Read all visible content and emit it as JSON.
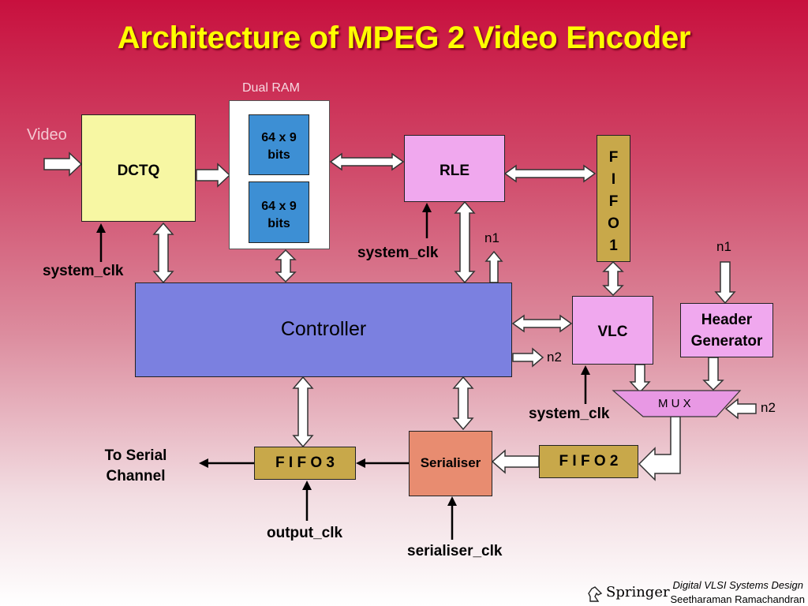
{
  "title": "Architecture of MPEG 2 Video Encoder",
  "labels": {
    "video": "Video",
    "dual_ram": "Dual RAM",
    "system_clk_dctq": "system_clk",
    "system_clk_rle": "system_clk",
    "system_clk_vlc": "system_clk",
    "n1_controller": "n1",
    "n1_header": "n1",
    "n2_controller": "n2",
    "n2_mux": "n2",
    "to_serial_line1": "To Serial",
    "to_serial_line2": "Channel",
    "output_clk": "output_clk",
    "serialiser_clk": "serialiser_clk"
  },
  "blocks": {
    "dctq": "DCTQ",
    "ram1_line1": "64 x 9",
    "ram1_line2": "bits",
    "ram2_line1": "64 x 9",
    "ram2_line2": "bits",
    "rle": "RLE",
    "fifo1": [
      "F",
      "I",
      "F",
      "O",
      "1"
    ],
    "controller": "Controller",
    "vlc": "VLC",
    "header_line1": "Header",
    "header_line2": "Generator",
    "mux": "M U X",
    "serialiser": "Serialiser",
    "fifo2": "F I F O 2",
    "fifo3": "F I F O 3"
  },
  "footer": {
    "publisher": "Springer",
    "book": "Digital VLSI Systems Design",
    "author": "Seetharaman Ramachandran"
  },
  "colors": {
    "title": "#ffff00",
    "dctq": "#f7f7a3",
    "ram_cell": "#3d8fd4",
    "rle": "#f0a8ee",
    "fifo": "#c8a84a",
    "controller": "#7b80e0",
    "vlc": "#f0a8ee",
    "header": "#f0a8ee",
    "mux": "#e898e4",
    "serialiser": "#e88c70"
  }
}
